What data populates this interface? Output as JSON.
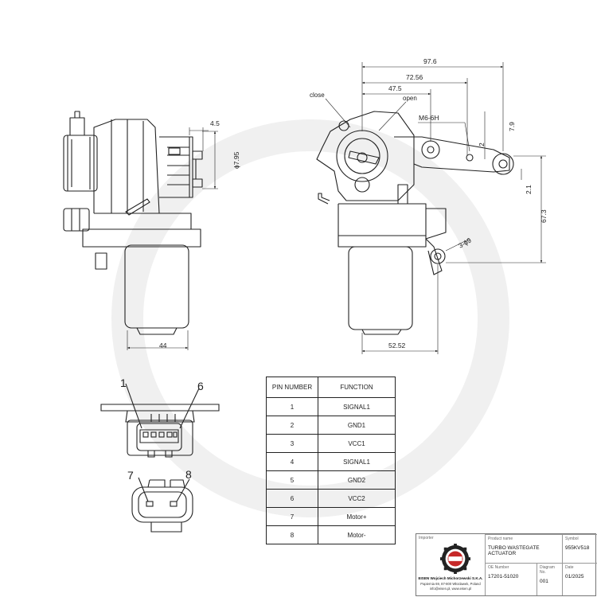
{
  "dimensions": {
    "d_4_5": "4.5",
    "d_diam_7_95": "ϕ7.95",
    "d_44": "44",
    "d_97_6": "97.6",
    "d_72_56": "72.56",
    "d_47_5": "47.5",
    "d_7_9": "7.9",
    "d_2": "2",
    "d_2_1": "2.1",
    "d_67_3": "67.3",
    "d_52_52": "52.52",
    "thread": "M6-6H",
    "hole": "3-ϕ9"
  },
  "labels": {
    "close": "close",
    "open": "open"
  },
  "connector": {
    "pin_first": "1",
    "pin_last": "6",
    "motor_pin_a": "7",
    "motor_pin_b": "8"
  },
  "pin_table": {
    "header_pin": "PIN NUMBER",
    "header_function": "FUNCTION",
    "rows": [
      {
        "pin": "1",
        "function": "SIGNAL1"
      },
      {
        "pin": "2",
        "function": "GND1"
      },
      {
        "pin": "3",
        "function": "VCC1"
      },
      {
        "pin": "4",
        "function": "SIGNAL1"
      },
      {
        "pin": "5",
        "function": "GND2"
      },
      {
        "pin": "6",
        "function": "VCC2"
      },
      {
        "pin": "7",
        "function": "Motor+"
      },
      {
        "pin": "8",
        "function": "Motor-"
      }
    ]
  },
  "title_block": {
    "importer_label": "Importer",
    "importer_name": "EISEN Wojciech Michorzewski S.K.A.",
    "importer_address": "Papiernia 69, 87-800 Włocławek, Poland",
    "importer_web": "info@eisen.pl, www.eisen.pl",
    "product_label": "Product name",
    "product_name": "TURBO WASTEGATE ACTUATOR",
    "symbol_label": "Symbol",
    "symbol": "955KV518",
    "oe_label": "OE Number",
    "oe_number": "17201-51020",
    "diagram_label": "Diagram No.",
    "diagram_no": "001",
    "date_label": "Date",
    "date": "01/2025"
  }
}
